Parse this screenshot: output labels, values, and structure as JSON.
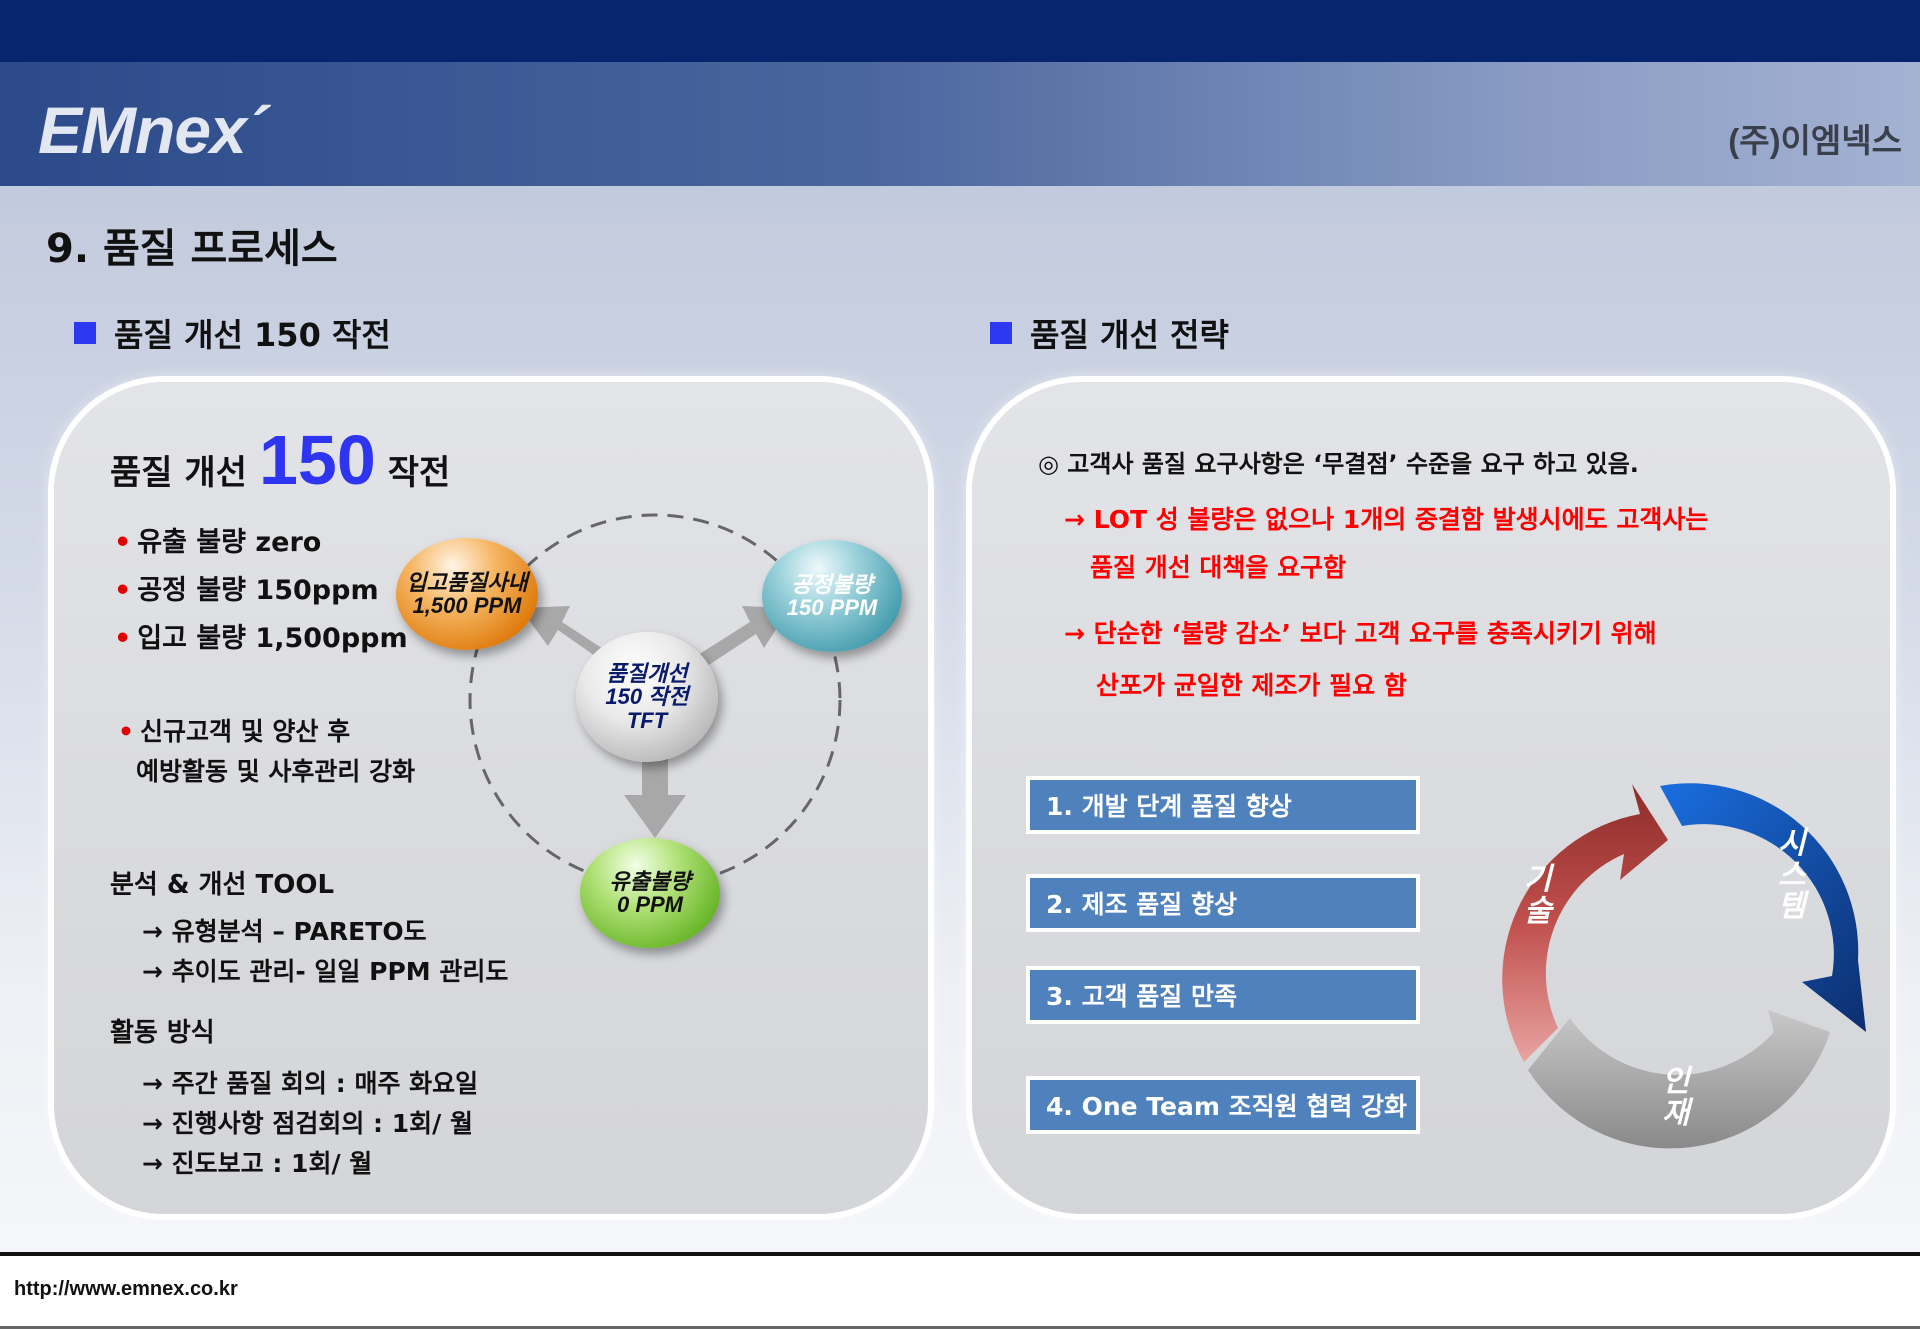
{
  "header": {
    "logo": "EMnex´",
    "company": "(주)이엠넥스"
  },
  "page_title": "9. 품질 프로세스",
  "left_section": {
    "heading": "품질 개선 150 작전",
    "panel_title_prefix": "품질 개선",
    "panel_title_number": "150",
    "panel_title_suffix": "작전",
    "bullets": [
      "유출 불량 zero",
      "공정 불량 150ppm",
      "입고 불량 1,500ppm"
    ],
    "bullet_extra_line1": "신규고객 및 양산 후",
    "bullet_extra_line2": "예방활동 및 사후관리 강화",
    "tool_heading": "분석 & 개선 TOOL",
    "tool_items": [
      "→ 유형분석 – PARETO도",
      "→ 추이도 관리- 일일 PPM 관리도"
    ],
    "activity_heading": "활동 방식",
    "activity_items": [
      "→ 주간 품질 회의 :  매주 화요일",
      "→ 진행사항 점검회의 : 1회/ 월",
      "→ 진도보고 : 1회/ 월"
    ],
    "diagram": {
      "center_line1": "품질개선",
      "center_line2": "150 작전",
      "center_line3": "TFT",
      "incoming_line1": "입고품질사내",
      "incoming_line2": "1,500 PPM",
      "process_line1": "공정불량",
      "process_line2": "150 PPM",
      "outflow_line1": "유출불량",
      "outflow_line2": "0 PPM",
      "colors": {
        "incoming": "#f08a1c",
        "process": "#4aa0b0",
        "outflow": "#6cb82c",
        "center": "#e8e8e8"
      }
    }
  },
  "right_section": {
    "heading": "품질 개선 전략",
    "intro": "◎ 고객사 품질 요구사항은 ‘무결점’ 수준을 요구 하고 있음.",
    "point1_line1": "→ LOT 성 불량은 없으나 1개의 중결함 발생시에도 고객사는",
    "point1_line2": "품질 개선 대책을 요구함",
    "point2_line1": "→ 단순한 ‘불량 감소’ 보다  고객 요구를 충족시키기 위해",
    "point2_line2": "산포가 균일한 제조가 필요 함",
    "boxes": [
      "1. 개발 단계 품질 향상",
      "2. 제조 품질 향상",
      "3. 고객 품질 만족",
      "4. One Team 조직원 협력 강화"
    ],
    "cycle": {
      "tech_1": "기",
      "tech_2": "술",
      "system_1": "시",
      "system_2": "스",
      "system_3": "템",
      "people_1": "인",
      "people_2": "재",
      "colors": {
        "tech": "#c0504d",
        "system": "#1f5fb8",
        "people": "#9a9a9a"
      }
    }
  },
  "footer": {
    "url": "http://www.emnex.co.kr"
  }
}
